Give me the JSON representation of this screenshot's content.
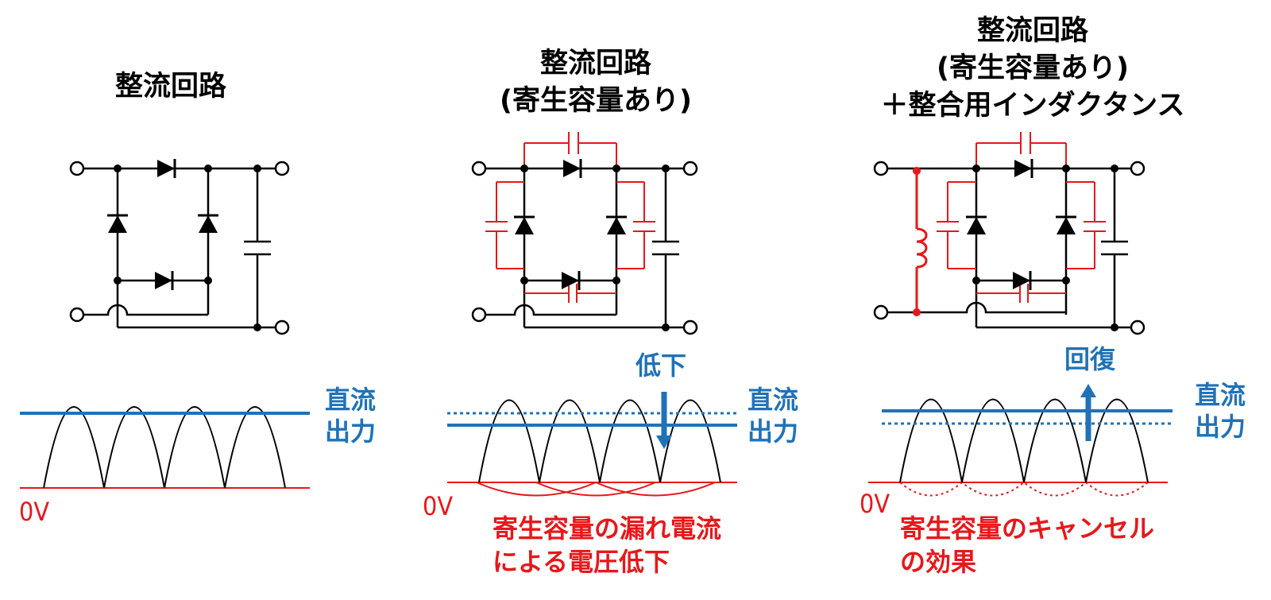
{
  "panels": [
    {
      "title_lines": [
        "整流回路"
      ],
      "dc_label": [
        "直流",
        "出力"
      ],
      "zero_label": "0V"
    },
    {
      "title_lines": [
        "整流回路",
        "(寄生容量あり)"
      ],
      "dc_label": [
        "直流",
        "出力"
      ],
      "zero_label": "0V",
      "arrow_label": "低下",
      "note_lines": [
        "寄生容量の漏れ電流",
        "による電圧低下"
      ]
    },
    {
      "title_lines": [
        "整流回路",
        "(寄生容量あり)",
        "＋整合用インダクタンス"
      ],
      "dc_label": [
        "直流",
        "出力"
      ],
      "zero_label": "0V",
      "arrow_label": "回復",
      "note_lines": [
        "寄生容量のキャンセル",
        "の効果"
      ]
    }
  ],
  "colors": {
    "black": "#000000",
    "red": "#e8171a",
    "blue": "#1f72b8"
  }
}
